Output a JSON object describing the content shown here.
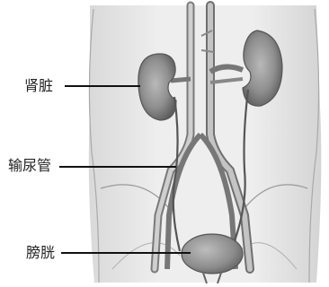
{
  "labels": {
    "kidney": "肾脏",
    "ureter": "输尿管",
    "bladder": "膀胱"
  }
}
